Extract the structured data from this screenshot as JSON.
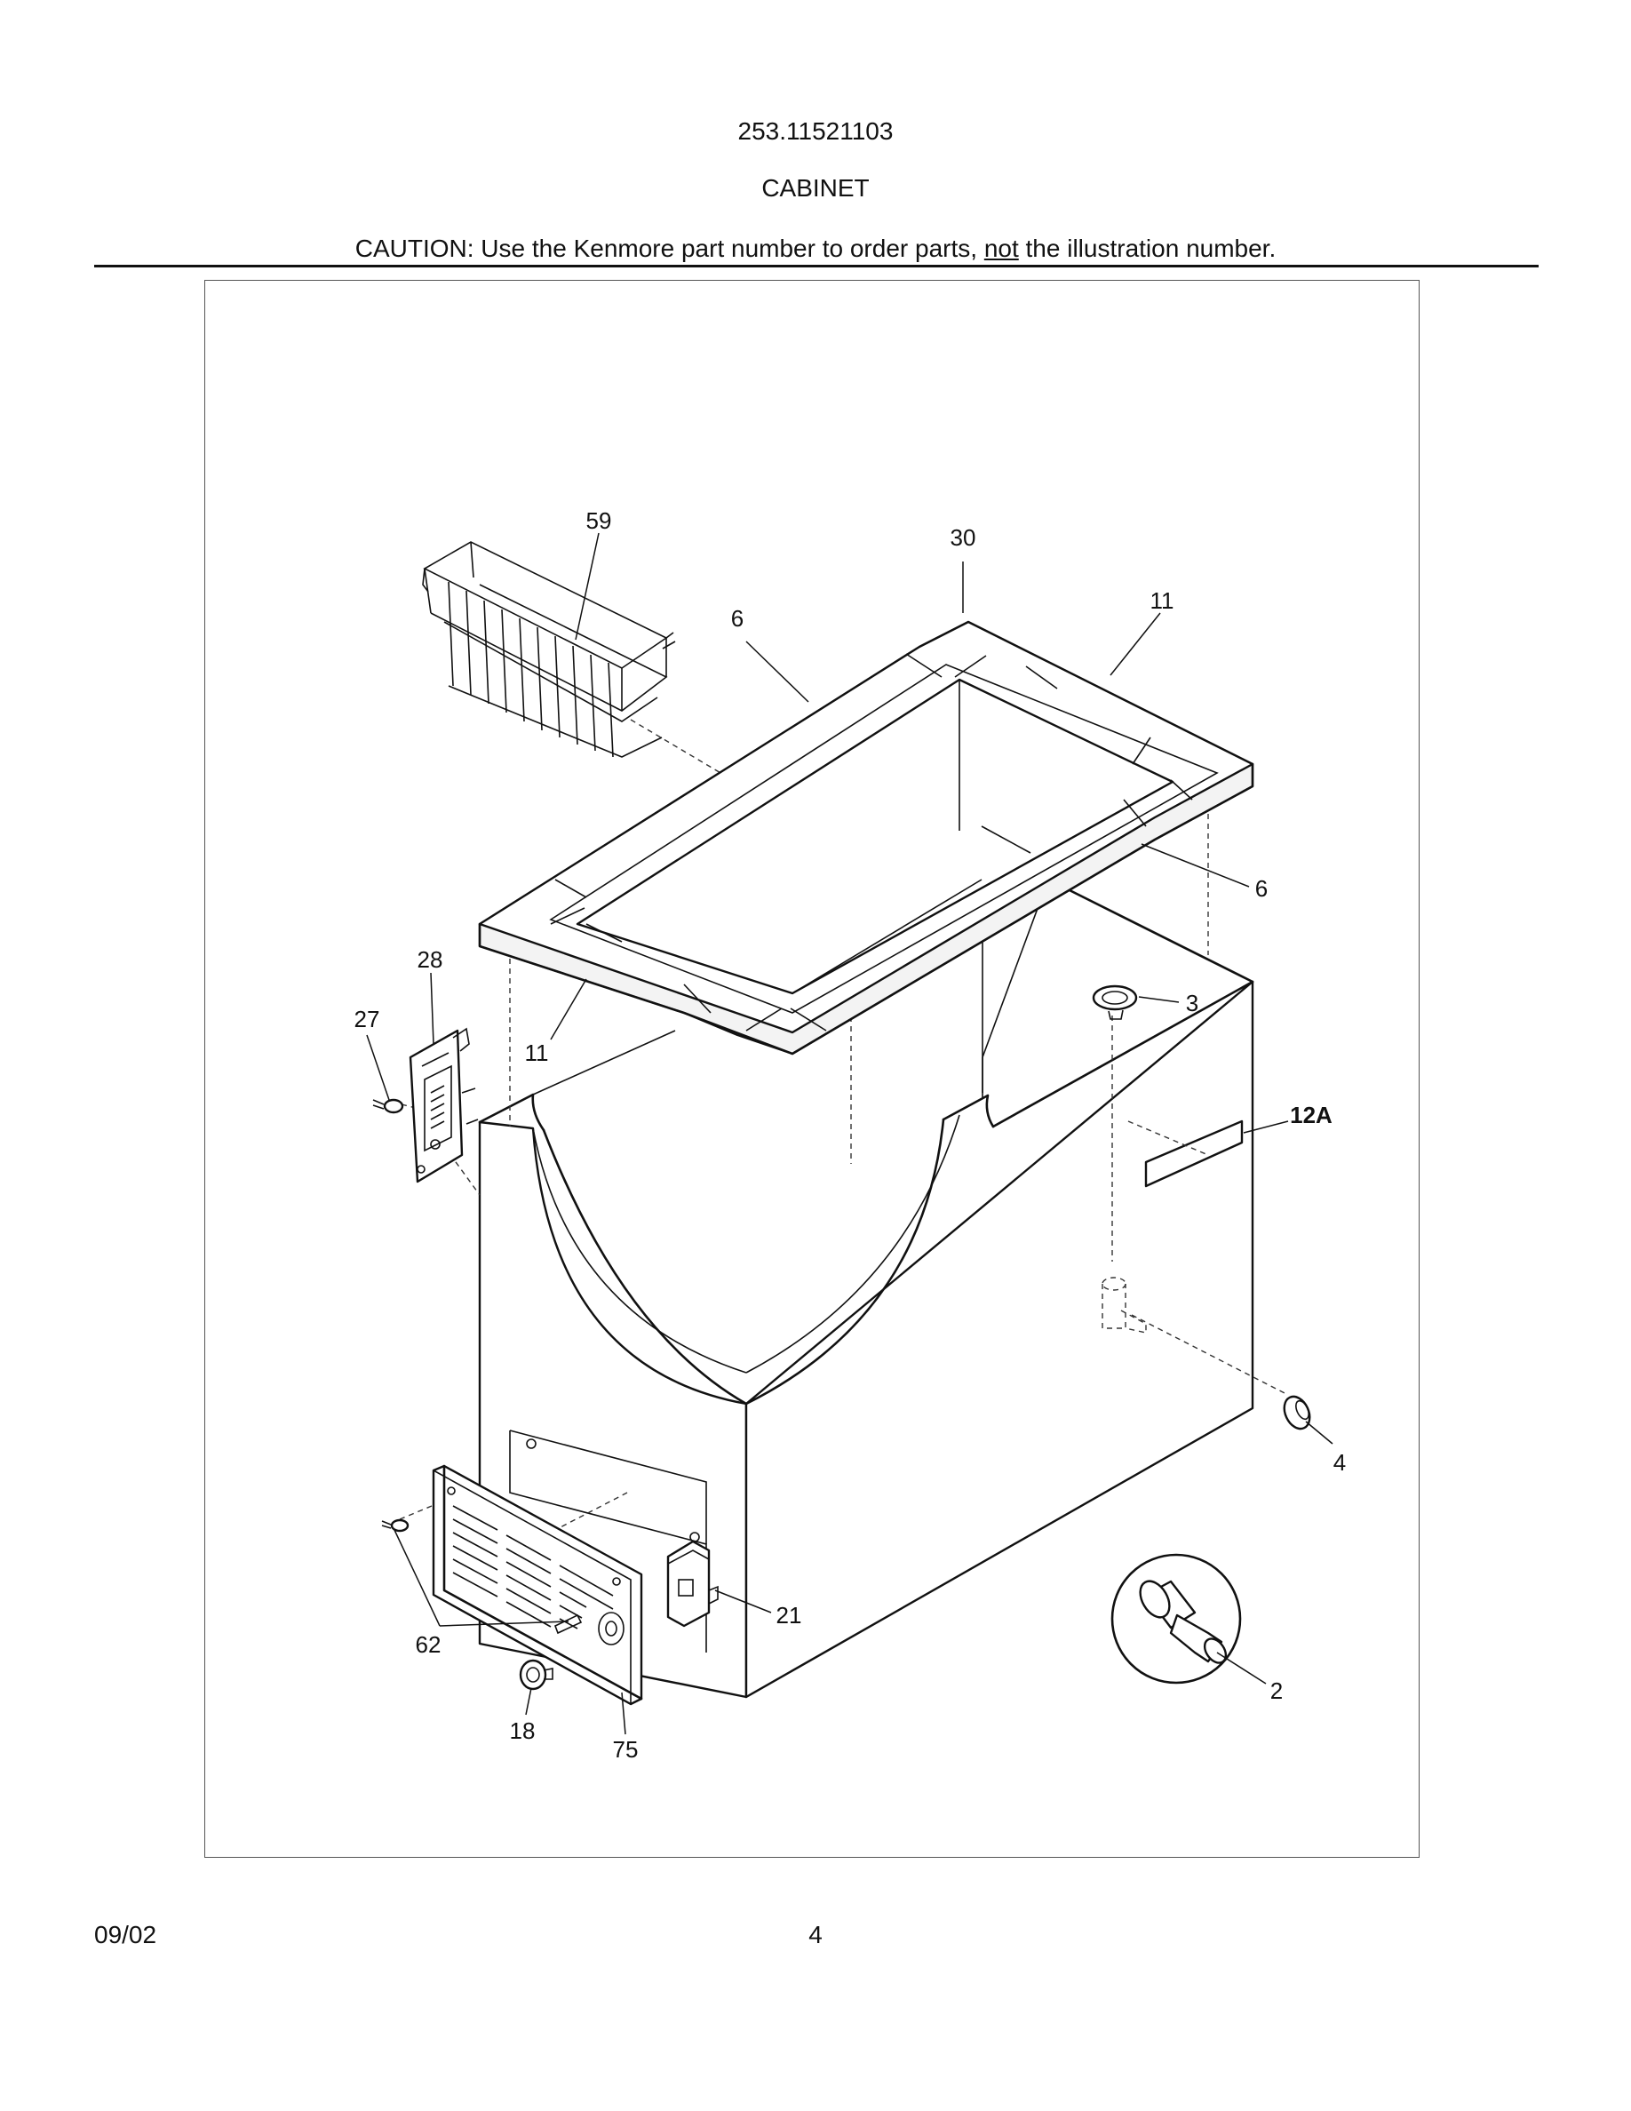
{
  "header": {
    "model_number": "253.11521103",
    "section_title": "CABINET",
    "caution_prefix": "CAUTION: Use the Kenmore part number to order parts,",
    "caution_emphasis": "not",
    "caution_suffix": "the illustration number."
  },
  "footer": {
    "date": "09/02",
    "page_number": "4"
  },
  "callouts": {
    "basket": "59",
    "corner_top": "30",
    "liner_left_top": "6",
    "liner_right_top": "11",
    "liner_right_front": "6",
    "liner_left_front": "11",
    "hinge": "28",
    "hinge_screw": "27",
    "plug_top": "3",
    "label": "12A",
    "plug_side": "4",
    "drain_fitting": "2",
    "thermostat": "21",
    "grille_screws": "62",
    "knob": "18",
    "grille": "75"
  }
}
